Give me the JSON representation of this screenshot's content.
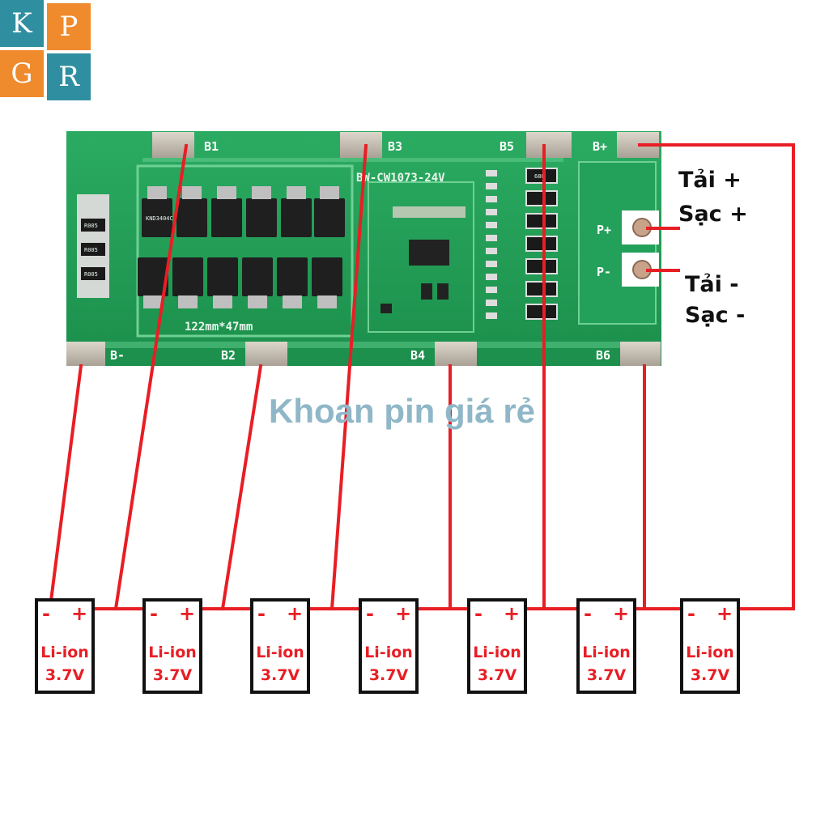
{
  "logo": {
    "letters": [
      "K",
      "P",
      "G",
      "R"
    ]
  },
  "board": {
    "model_text": "BW-CW1073-24V",
    "size_text": "122mm*47mm",
    "top_pads": [
      "B1",
      "B3",
      "B5",
      "B+"
    ],
    "bottom_pads": [
      "B-",
      "B2",
      "B4",
      "B6"
    ],
    "port_labels": [
      "P+",
      "P-"
    ],
    "shunt_labels": [
      "R005",
      "R005",
      "R005"
    ],
    "mosfet_part": "KND3404C",
    "resistor_value": "680"
  },
  "labels": {
    "positive_line1": "Tải +",
    "positive_line2": "Sạc +",
    "negative_line1": "Tải -",
    "negative_line2": "Sạc -"
  },
  "watermark": "Khoan pin giá rẻ",
  "cells": [
    {
      "minus": "-",
      "plus": "+",
      "type": "Li-ion",
      "voltage": "3.7V"
    },
    {
      "minus": "-",
      "plus": "+",
      "type": "Li-ion",
      "voltage": "3.7V"
    },
    {
      "minus": "-",
      "plus": "+",
      "type": "Li-ion",
      "voltage": "3.7V"
    },
    {
      "minus": "-",
      "plus": "+",
      "type": "Li-ion",
      "voltage": "3.7V"
    },
    {
      "minus": "-",
      "plus": "+",
      "type": "Li-ion",
      "voltage": "3.7V"
    },
    {
      "minus": "-",
      "plus": "+",
      "type": "Li-ion",
      "voltage": "3.7V"
    },
    {
      "minus": "-",
      "plus": "+",
      "type": "Li-ion",
      "voltage": "3.7V"
    }
  ],
  "colors": {
    "wire": "#e81e25",
    "board": "#1f9a52",
    "pad": "#c9c2b6",
    "cell_border": "#111111"
  }
}
